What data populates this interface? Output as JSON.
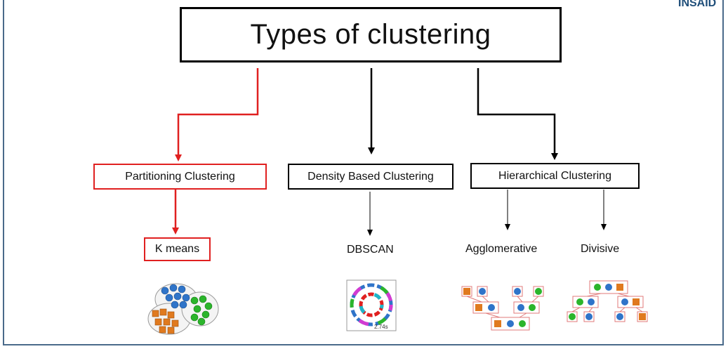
{
  "diagram": {
    "title": "Types of clustering",
    "categories": [
      {
        "label": "Partitioning Clustering",
        "highlight": "#e02020"
      },
      {
        "label": "Density Based Clustering"
      },
      {
        "label": "Hierarchical Clustering"
      }
    ],
    "methods": {
      "kmeans": "K means",
      "dbscan": "DBSCAN",
      "agglomerative": "Agglomerative",
      "divisive": "Divisive"
    },
    "dbscan_thumb_text": "2.74s"
  },
  "logo": {
    "text": "INSAID"
  },
  "colors": {
    "highlight": "#e02020",
    "frame": "#4a6a8a",
    "blue": "#2f74c9",
    "green": "#2bb52b",
    "orange": "#e07a1f"
  }
}
